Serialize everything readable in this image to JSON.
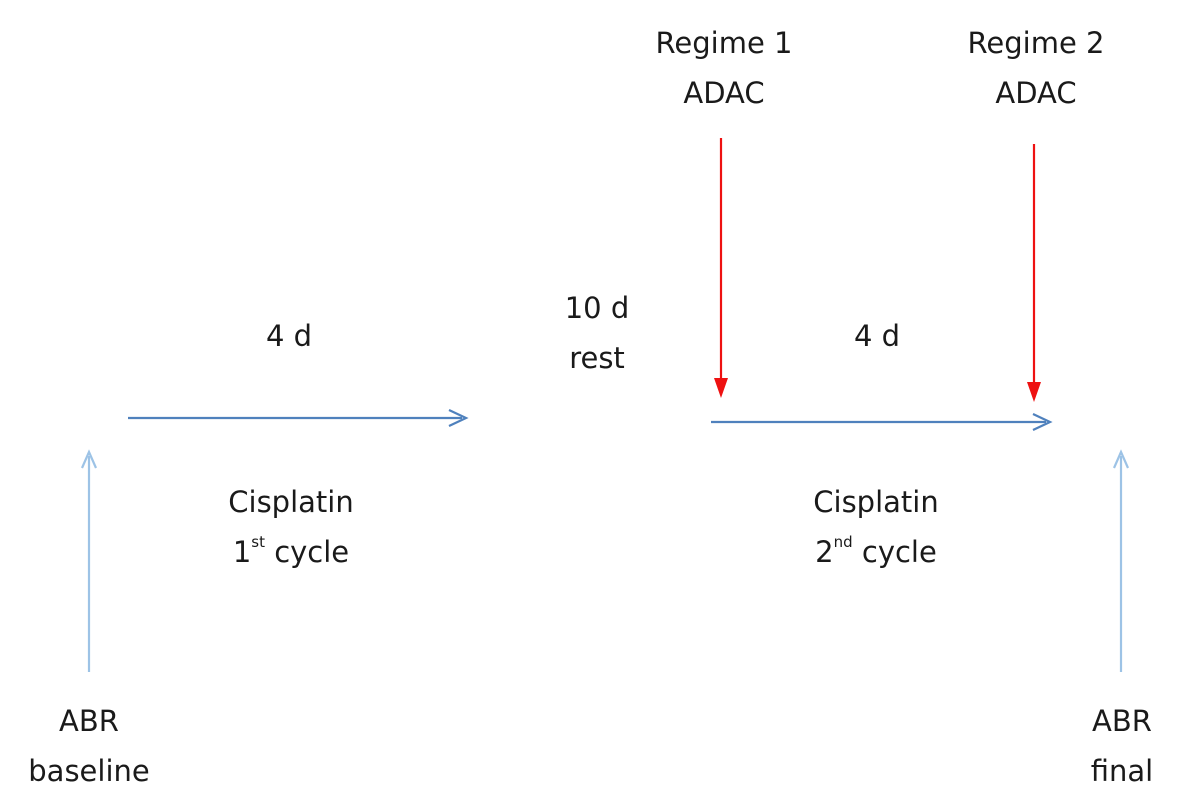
{
  "diagram": {
    "colors": {
      "cycle_arrow": "#4f81bd",
      "abr_arrow": "#9dc3e6",
      "adac_arrow": "#ee1111",
      "text": "#1a1a1a"
    },
    "abr_baseline": {
      "line1": "ABR",
      "line2": "baseline"
    },
    "abr_final": {
      "line1": "ABR",
      "line2": "final"
    },
    "cycle1": {
      "duration": "4 d",
      "drug": "Cisplatin",
      "number": "1",
      "ordinal_suffix": "st",
      "cycle_word": " cycle"
    },
    "rest": {
      "line1": "10 d",
      "line2": "rest"
    },
    "cycle2": {
      "duration": "4 d",
      "drug": "Cisplatin",
      "number": "2",
      "ordinal_suffix": "nd",
      "cycle_word": " cycle"
    },
    "regime1": {
      "line1": "Regime 1",
      "line2": "ADAC"
    },
    "regime2": {
      "line1": "Regime 2",
      "line2": "ADAC"
    }
  }
}
